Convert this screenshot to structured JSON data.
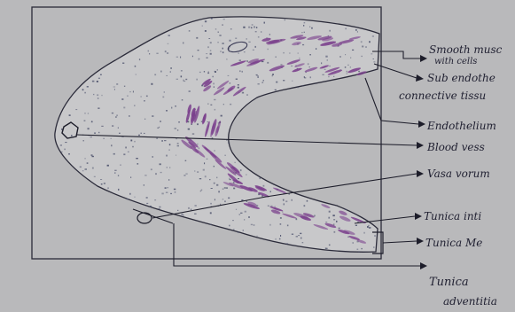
{
  "diagram": {
    "labels": [
      {
        "id": "smooth",
        "text": "Smooth musc"
      },
      {
        "id": "smooth2",
        "text": "with cells"
      },
      {
        "id": "subendo",
        "text": "Sub endothe"
      },
      {
        "id": "connective",
        "text": "connective tissu"
      },
      {
        "id": "endothelium",
        "text": "Endothelium"
      },
      {
        "id": "blood",
        "text": "Blood vess"
      },
      {
        "id": "vasa",
        "text": "Vasa vorum"
      },
      {
        "id": "intima",
        "text": "Tunica inti"
      },
      {
        "id": "media",
        "text": "Tunica Me"
      },
      {
        "id": "adventitia",
        "text": "Tunica"
      },
      {
        "id": "adventitia2",
        "text": "adventitia"
      }
    ],
    "colors": {
      "paper": "#b9b9bb",
      "tissue": "#c8c8ca",
      "stipple": "#4a4f6a",
      "muscle": "#7a3f8c",
      "ink": "#1d1d2a"
    }
  }
}
